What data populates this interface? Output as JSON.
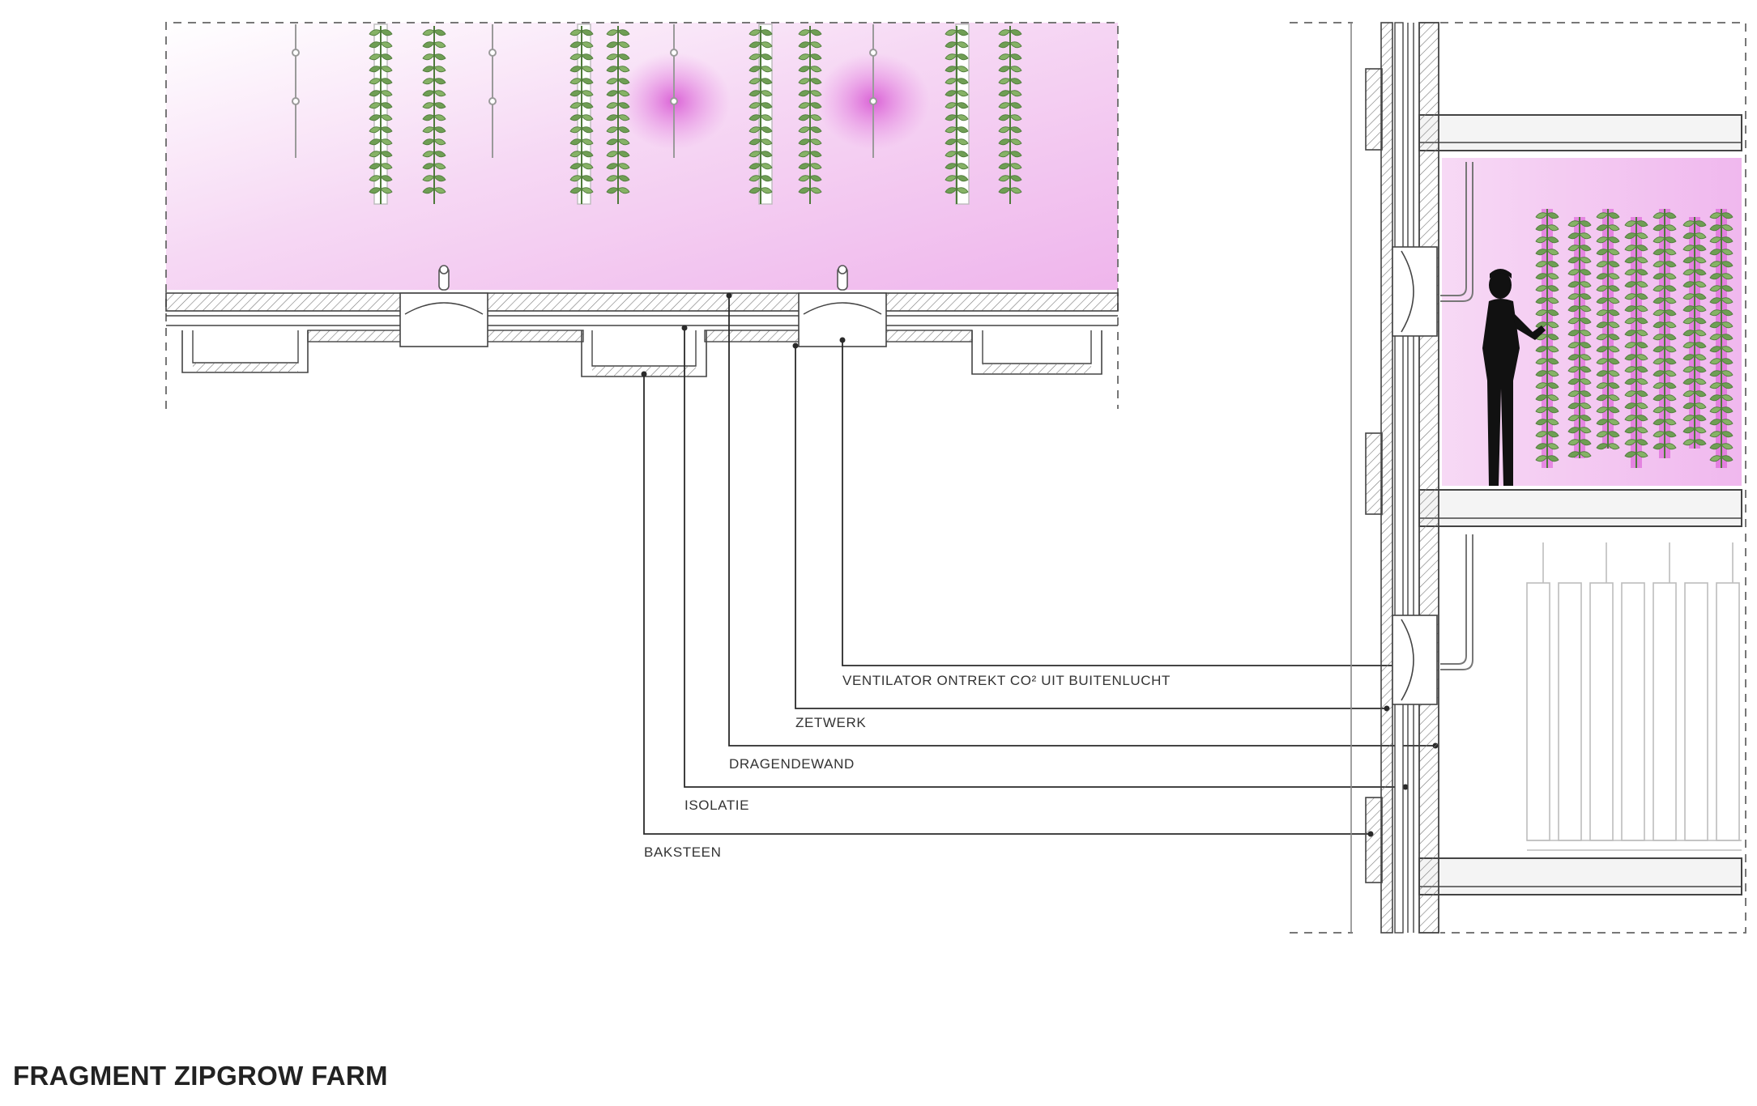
{
  "title": "FRAGMENT ZIPGROW FARM",
  "labels": {
    "ventilator": "VENTILATOR  ONTREKT  CO² UIT BUITENLUCHT",
    "zetwerk": "ZETWERK",
    "dragendewand": "DRAGENDEWAND",
    "isolatie": "ISOLATIE",
    "baksteen": "BAKSTEEN"
  },
  "colors": {
    "grow_light": "#e36fe0",
    "plant_leaf": "#6f9e54",
    "line": "#2a2a2a",
    "section_line": "#555555"
  },
  "icons": [
    "person-icon",
    "plant-tower-icon",
    "grow-light-icon",
    "ventilator-icon"
  ]
}
